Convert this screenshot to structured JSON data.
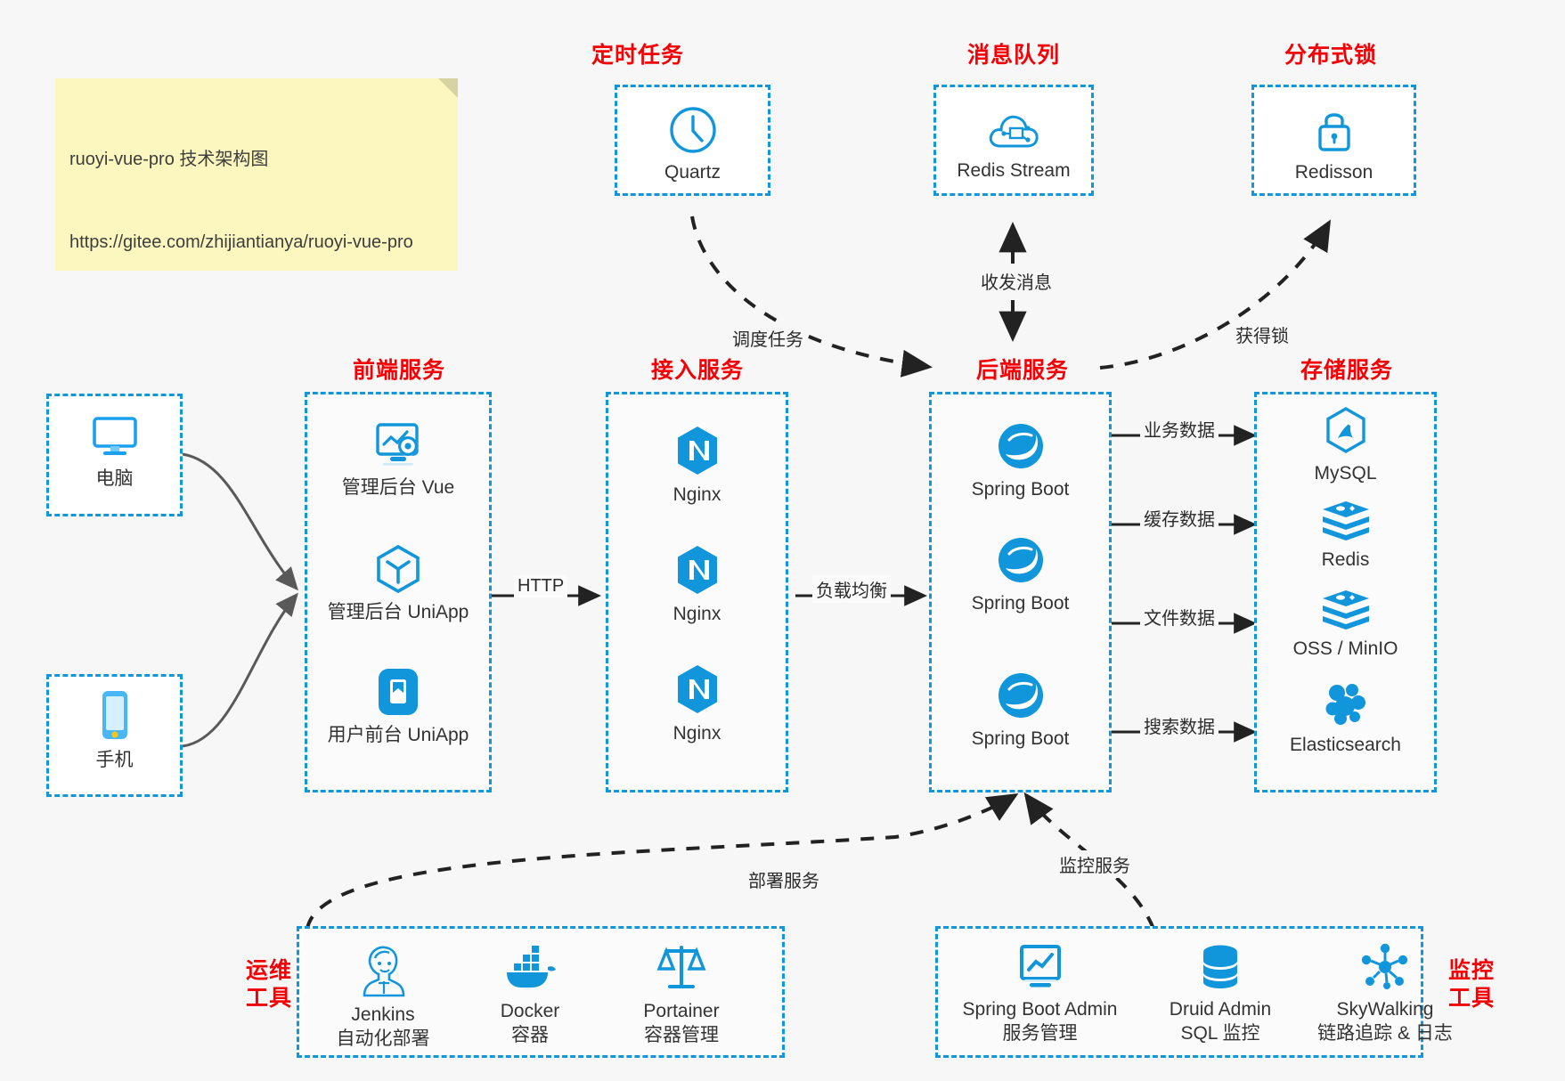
{
  "note": {
    "line1": "ruoyi-vue-pro 技术架构图",
    "line2": "https://gitee.com/zhijiantianya/ruoyi-vue-pro"
  },
  "colors": {
    "accent_blue": "#1296db",
    "title_red": "#f40005",
    "background": "#f7f7f7",
    "note_bg": "#fcf7bf",
    "edge_gray": "#595959",
    "edge_dark": "#222222"
  },
  "groups": {
    "scheduled_task": "定时任务",
    "message_queue": "消息队列",
    "distributed_lock": "分布式锁",
    "frontend_service": "前端服务",
    "gateway_service": "接入服务",
    "backend_service": "后端服务",
    "storage_service": "存储服务",
    "devops_tools": "运维\n工具",
    "monitor_tools": "监控\n工具"
  },
  "nodes": {
    "quartz": "Quartz",
    "redis_stream": "Redis Stream",
    "redisson": "Redisson",
    "computer": "电脑",
    "phone": "手机",
    "admin_vue": "管理后台 Vue",
    "admin_uniapp": "管理后台 UniApp",
    "user_uniapp": "用户前台 UniApp",
    "nginx_1": "Nginx",
    "nginx_2": "Nginx",
    "nginx_3": "Nginx",
    "springboot_1": "Spring Boot",
    "springboot_2": "Spring Boot",
    "springboot_3": "Spring Boot",
    "mysql": "MySQL",
    "redis": "Redis",
    "oss_minio": "OSS / MinIO",
    "elasticsearch": "Elasticsearch",
    "jenkins": {
      "name": "Jenkins",
      "desc": "自动化部署"
    },
    "docker": {
      "name": "Docker",
      "desc": "容器"
    },
    "portainer": {
      "name": "Portainer",
      "desc": "容器管理"
    },
    "spring_boot_admin": {
      "name": "Spring Boot Admin",
      "desc": "服务管理"
    },
    "druid_admin": {
      "name": "Druid Admin",
      "desc": "SQL 监控"
    },
    "skywalking": {
      "name": "SkyWalking",
      "desc": "链路追踪 & 日志"
    }
  },
  "edges": {
    "schedule_task": "调度任务",
    "send_receive_message": "收发消息",
    "acquire_lock": "获得锁",
    "http": "HTTP",
    "load_balance": "负载均衡",
    "business_data": "业务数据",
    "cache_data": "缓存数据",
    "file_data": "文件数据",
    "search_data": "搜索数据",
    "deploy_service": "部署服务",
    "monitor_service": "监控服务"
  }
}
